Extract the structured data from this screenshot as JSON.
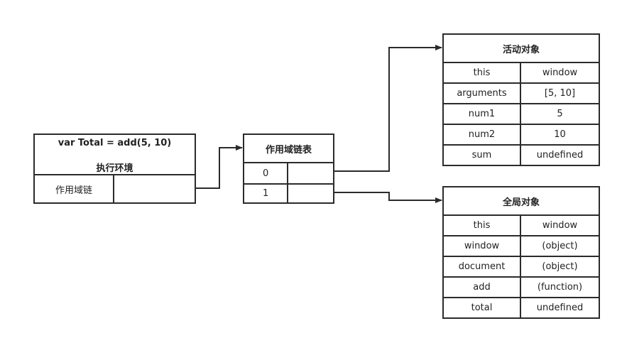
{
  "context": {
    "title_line1": "var Total = add(5, 10)",
    "title_line2": "执行环境",
    "row_label": "作用域链"
  },
  "scope_chain": {
    "title": "作用域链表",
    "rows": [
      {
        "index": "0"
      },
      {
        "index": "1"
      }
    ]
  },
  "activation_object": {
    "title": "活动对象",
    "rows": [
      {
        "key": "this",
        "value": "window"
      },
      {
        "key": "arguments",
        "value": "[5, 10]"
      },
      {
        "key": "num1",
        "value": "5"
      },
      {
        "key": "num2",
        "value": "10"
      },
      {
        "key": "sum",
        "value": "undefined"
      }
    ]
  },
  "global_object": {
    "title": "全局对象",
    "rows": [
      {
        "key": "this",
        "value": "window"
      },
      {
        "key": "window",
        "value": "(object)"
      },
      {
        "key": "document",
        "value": "(object)"
      },
      {
        "key": "add",
        "value": "(function)"
      },
      {
        "key": "total",
        "value": "undefined"
      }
    ]
  }
}
